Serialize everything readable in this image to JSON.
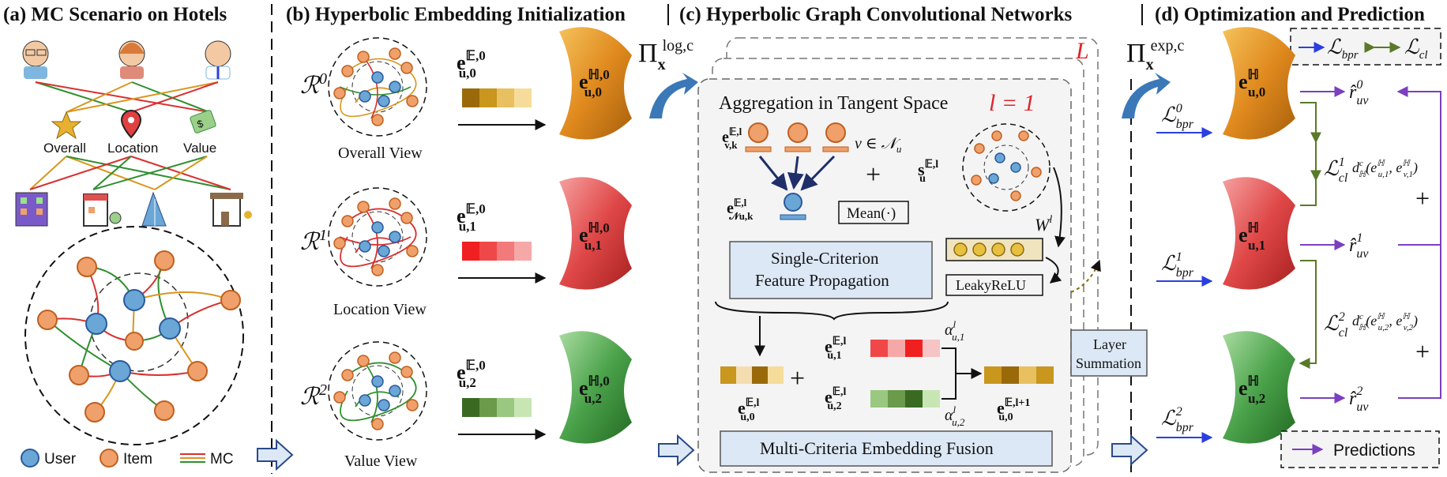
{
  "titles": {
    "a": "(a) MC  Scenario on Hotels",
    "b": "(b) Hyperbolic Embedding Initialization",
    "c": "(c) Hyperbolic Graph Convolutional Networks",
    "d": "(d) Optimization and Prediction"
  },
  "criteria": [
    "Overall",
    "Location",
    "Value"
  ],
  "legend_a": {
    "user": "User",
    "item": "Item",
    "mc": "MC"
  },
  "views": [
    {
      "R": "ℛ",
      "sup": "0",
      "label": "Overall View",
      "esup": "𝔼,0",
      "esub": "u,0",
      "hsup": "ℍ,0",
      "hsub": "u,0"
    },
    {
      "R": "ℛ",
      "sup": "1",
      "label": "Location View",
      "esup": "𝔼,0",
      "esub": "u,1",
      "hsup": "ℍ,0",
      "hsub": "u,1"
    },
    {
      "R": "ℛ",
      "sup": "2",
      "label": "Value View",
      "esup": "𝔼,0",
      "esub": "u,2",
      "hsup": "ℍ,0",
      "hsub": "u,2"
    }
  ],
  "gcn": {
    "pi": "Π",
    "x": "x",
    "log_sup": "log,c",
    "exp_sup": "exp,c",
    "L": "L",
    "layer_eq": "l = 1",
    "agg_title": "Aggregation in Tangent Space",
    "evk": "e",
    "evk_sup": "𝔼,l",
    "evk_sub": "v,k",
    "v_in_N": "v ∈ 𝒩",
    "v_in_N_sub": "u",
    "plus": "+",
    "s": "s",
    "s_sup": "𝔼,l",
    "s_sub": "u",
    "eN": "e",
    "eN_sup": "𝔼,l",
    "eN_sub": "𝒩u,k",
    "mean": "Mean(·)",
    "W": "W",
    "W_sup": "l",
    "leaky": "LeakyReLU",
    "single_1": "Single-Criterion",
    "single_2": "Feature Propagation",
    "e_u0": "e",
    "e_u0_sup": "𝔼,l",
    "e_u0_sub": "u,0",
    "e_u1_sub": "u,1",
    "e_u2_sub": "u,2",
    "alpha": "α",
    "alpha_sup": "l",
    "alpha1_sub": "u,1",
    "alpha2_sub": "u,2",
    "out_sup": "𝔼,l+1",
    "out_sub": "u,0",
    "layer_sum_1": "Layer",
    "layer_sum_2": "Summation",
    "fusion": "Multi-Criteria Embedding Fusion"
  },
  "opt": {
    "legend_bpr": "ℒ",
    "legend_bpr_sub": "bpr",
    "legend_cl": "ℒ",
    "legend_cl_sub": "cl",
    "Lbpr": [
      {
        "sup": "0",
        "sub": "bpr"
      },
      {
        "sup": "1",
        "sub": "bpr"
      },
      {
        "sup": "2",
        "sub": "bpr"
      }
    ],
    "Lcl": [
      {
        "sup": "1",
        "sub": "cl"
      },
      {
        "sup": "2",
        "sub": "cl"
      }
    ],
    "H": [
      {
        "sup": "ℍ",
        "sub": "u,0"
      },
      {
        "sup": "ℍ",
        "sub": "u,1"
      },
      {
        "sup": "ℍ",
        "sub": "u,2"
      }
    ],
    "r": [
      {
        "sup": "0",
        "sub": "uv"
      },
      {
        "sup": "1",
        "sub": "uv"
      },
      {
        "sup": "2",
        "sub": "uv"
      }
    ],
    "d1": "d",
    "d1_sup": "c",
    "d1_sub": "ℍ",
    "d1_args": "(e",
    "d1_a_sup": "ℍ",
    "d1_a_sub": "u,1",
    "d1_b_sub": "v,1",
    "d2_a_sub": "u,2",
    "d2_b_sub": "v,2",
    "predictions": "Predictions"
  },
  "colors": {
    "user": "#6aa6d6",
    "item": "#f0a06a",
    "overall": "#d9961e",
    "location": "#d9302f",
    "value": "#3f8f3f",
    "blue_box": "#dce8f5",
    "arrow_blue": "#2b3fe0",
    "arrow_green": "#5a7a2a",
    "arrow_purple": "#7b3fc0"
  }
}
